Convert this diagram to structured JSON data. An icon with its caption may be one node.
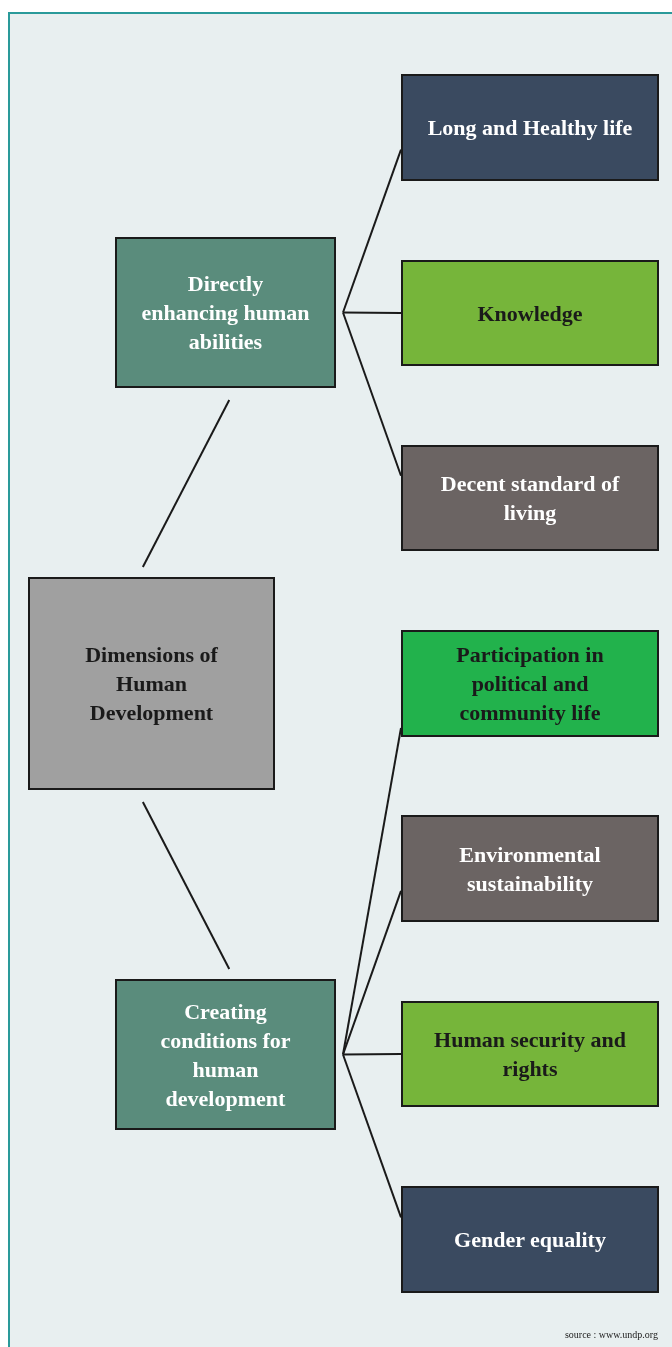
{
  "diagram": {
    "nodes": [
      {
        "text": [
          "Dimensions of Human Development"
        ]
      },
      {
        "text": [
          "Directly enhancing human abilities"
        ]
      },
      {
        "text": [
          "Long and Healthy life"
        ]
      },
      {
        "text": [
          "Knowledge"
        ]
      },
      {
        "text": [
          "Decent standard of living"
        ]
      },
      {
        "text": [
          "Creating conditions for human development"
        ]
      },
      {
        "text": [
          "Participation in political and community life"
        ]
      },
      {
        "text": [
          "Environmental sustainability"
        ]
      },
      {
        "text": [
          "Human security and rights"
        ]
      },
      {
        "text": [
          "Gender equality"
        ]
      }
    ],
    "edges": [
      {
        "from": 0,
        "to": 1,
        "arrow": "none"
      },
      {
        "from": 1,
        "to": 2,
        "arrow": "none"
      },
      {
        "from": 1,
        "to": 3,
        "arrow": "none"
      },
      {
        "from": 1,
        "to": 4,
        "arrow": "none"
      },
      {
        "from": 0,
        "to": 5,
        "arrow": "none"
      },
      {
        "from": 5,
        "to": 6,
        "arrow": "none"
      },
      {
        "from": 5,
        "to": 7,
        "arrow": "none"
      },
      {
        "from": 5,
        "to": 8,
        "arrow": "none"
      },
      {
        "from": 5,
        "to": 9,
        "arrow": "none"
      }
    ],
    "labels": [
      "source : www.undp.org"
    ]
  }
}
